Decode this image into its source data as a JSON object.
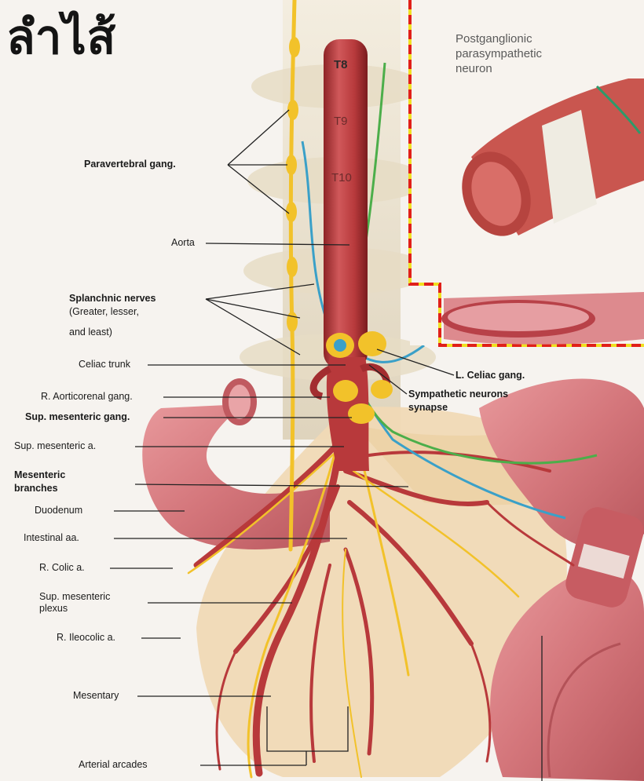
{
  "title": "ลำไส้",
  "vertebrae": [
    "T8",
    "T9",
    "T10"
  ],
  "inset": {
    "label_lines": [
      "Postganglionic",
      "parasympathetic",
      "neuron"
    ]
  },
  "labels": {
    "paravertebral": "Paravertebral gang.",
    "aorta": "Aorta",
    "splanchnic_1": "Splanchnic nerves",
    "splanchnic_2": "(Greater, lesser,",
    "splanchnic_3": "and least)",
    "celiac_trunk": "Celiac trunk",
    "r_aorticorenal": "R. Aorticorenal gang.",
    "sup_mes_gang": "Sup. mesenteric gang.",
    "sup_mes_a": "Sup. mesenteric a.",
    "mesenteric_1": "Mesenteric",
    "mesenteric_2": "branches",
    "duodenum": "Duodenum",
    "intestinal": "Intestinal aa.",
    "r_colic": "R. Colic a.",
    "sup_mes_plexus_1": "Sup. mesenteric",
    "sup_mes_plexus_2": "plexus",
    "r_ileocolic": "R. Ileocolic a.",
    "mesentary": "Mesentary",
    "arterial_arcades": "Arterial arcades",
    "l_celiac": "L. Celiac gang.",
    "sympathetic_1": "Sympathetic neurons",
    "sympathetic_2": "synapse"
  },
  "colors": {
    "artery": "#b8393b",
    "nerve": "#f2c22a",
    "parasympathetic_nerve": "#3aa0c8",
    "vagal_nerve": "#4cae4a",
    "intestine": "#d97b80",
    "mesentery": "#f0d9b5",
    "bone": "#e9e0cc",
    "inset_border": "#e0201a",
    "inset_inner_border": "#f0e020"
  }
}
